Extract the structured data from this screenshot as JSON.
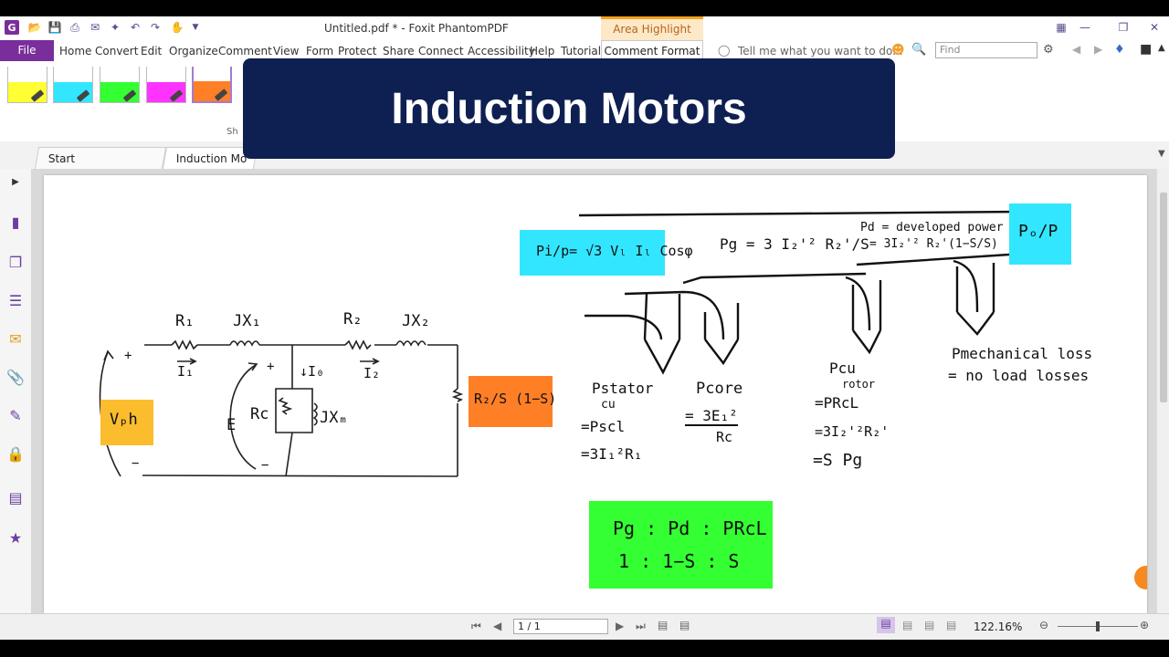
{
  "app": {
    "logo_letter": "G",
    "doc_title": "Untitled.pdf * - Foxit PhantomPDF",
    "contextual_tab": "Area Highlight Tool"
  },
  "menu": {
    "file": "File",
    "items": [
      "Home",
      "Convert",
      "Edit",
      "Organize",
      "Comment",
      "View",
      "Form",
      "Protect",
      "Share",
      "Connect",
      "Accessibility",
      "Help",
      "Tutorial"
    ],
    "comment_format": "Comment Format",
    "tell_me": "Tell me what you want to do...",
    "find_placeholder": "Find"
  },
  "ribbon": {
    "swatches": [
      "#ffff33",
      "#33e6ff",
      "#33ff33",
      "#ff33ff",
      "#ff7f27"
    ],
    "label": "Sh"
  },
  "tabs": [
    "Start",
    "Induction Mo"
  ],
  "banner": {
    "title": "Induction Motors"
  },
  "status": {
    "page": "1 / 1",
    "zoom": "122.16%"
  },
  "diagram": {
    "r1": "R₁",
    "jx1": "JX₁",
    "r2": "R₂",
    "jx2": "JX₂",
    "i1": "I₁",
    "io": "↓I₀",
    "i2": "I₂",
    "e": "E",
    "rc": "Rc",
    "jxm": "JXₘ",
    "vph": "Vₚh",
    "plus1": "+",
    "minus1": "−",
    "plus2": "+",
    "minus2": "−",
    "load": "R₂/S (1−S)"
  },
  "equations": {
    "pip": "Pi/p= √3 Vₗ Iₗ Cosφ",
    "pg": "Pg = 3 I₂'² R₂'/S",
    "pd_line1": "Pd = developed power",
    "pd_line2": "= 3I₂'² R₂'(1−S/S)",
    "pop": "Pₒ/P",
    "pstator_1": "Pstator",
    "pstator_2": "cu",
    "pstator_3": "=Pscl",
    "pstator_4": "=3I₁²R₁",
    "pcore_1": "Pcore",
    "pcore_2": "= 3E₁²",
    "pcore_3": "Rc",
    "pcu_1": "Pcu",
    "pcu_2": "rotor",
    "pcu_3": "=PRcL",
    "pcu_4": "=3I₂'²R₂'",
    "pcu_5": "=S Pg",
    "pmech_1": "Pmechanical loss",
    "pmech_2": "= no load losses",
    "ratio_1": "Pg : Pd : PRcL",
    "ratio_2": "1  : 1−S : S"
  }
}
